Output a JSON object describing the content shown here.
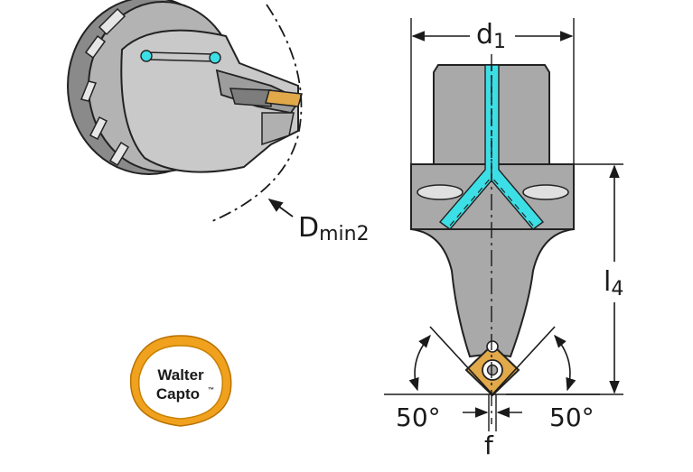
{
  "labels": {
    "d1": "d",
    "d1_sub": "1",
    "dmin": "D",
    "dmin_sub": "min2",
    "l4": "l",
    "l4_sub": "4",
    "angle_left": "50°",
    "angle_right": "50°",
    "f": "f"
  },
  "logo": {
    "line1": "Walter",
    "line2": "Capto",
    "tm": "™"
  },
  "colors": {
    "body_gray": "#a9a9a9",
    "dark_gray": "#7d7d7d",
    "light_gray": "#c9c9c9",
    "coolant_cyan": "#3ddfe6",
    "insert_gold": "#e1a94a",
    "logo_orange": "#f0a11d"
  }
}
